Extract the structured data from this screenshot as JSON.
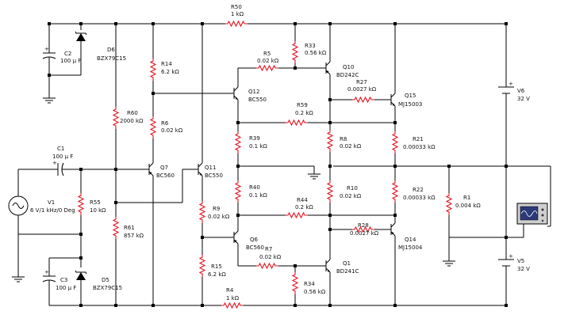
{
  "labels": {
    "R50": "R50",
    "R50v": "1 kΩ",
    "R33": "R33",
    "R33v": "0.56 kΩ",
    "Q10": "Q10",
    "Q10v": "BD242C",
    "R5": "R5",
    "R5v": "0.02 kΩ",
    "R14": "R14",
    "R14v": "6.2 kΩ",
    "C2": "C2",
    "C2v": "100 µ F",
    "D6": "D6",
    "D6v": "BZX79C15",
    "Q12": "Q12",
    "Q12v": "BC550",
    "R27": "R27",
    "R27v": "0.0027 kΩ",
    "Q15": "Q15",
    "Q15v": "MJ15003",
    "V6": "V6",
    "V6v": "32 V",
    "R60": "R60",
    "R60v": "2000 kΩ",
    "R6": "R6",
    "R6v": "0.02 kΩ",
    "R59": "R59",
    "R59v": "0.2 kΩ",
    "R39": "R39",
    "R39v": "0.1 kΩ",
    "R8": "R8",
    "R8v": "0.02 kΩ",
    "R21": "R21",
    "R21v": "0.00033 kΩ",
    "C1": "C1",
    "C1v": "100 µ F",
    "Q7": "Q7",
    "Q7v": "BC560",
    "Q11": "Q11",
    "Q11v": "BC550",
    "V1": "V1",
    "V1v": "6 V/1 kHz/0 Deg",
    "R55": "R55",
    "R55v": "10 kΩ",
    "R40": "R40",
    "R40v": "0.1 kΩ",
    "R44": "R44",
    "R44v": "0.2 kΩ",
    "R10": "R10",
    "R10v": "0.02 kΩ",
    "R22": "R22",
    "R22v": "0.00033 kΩ",
    "R1": "R1",
    "R1v": "0.004 kΩ",
    "R9": "R9",
    "R9v": "0.02 kΩ",
    "R61": "R61",
    "R61v": "857 kΩ",
    "R28": "R28",
    "R28v": "0.0027 kΩ",
    "Q6": "Q6",
    "Q6v": "BC560",
    "R7": "R7",
    "R7v": "0.02 kΩ",
    "Q14": "Q14",
    "Q14v": "MJ15004",
    "Q1": "Q1",
    "Q1v": "BD241C",
    "R15": "R15",
    "R15v": "6.2 kΩ",
    "R34": "R34",
    "R34v": "0.56 kΩ",
    "V5": "V5",
    "V5v": "32 V",
    "C3": "C3",
    "C3v": "100 µ F",
    "D5": "D5",
    "D5v": "BZX79C15",
    "R4": "R4",
    "R4v": "1 kΩ"
  },
  "colors": {
    "wire": "#000000",
    "resistor": "#e8131f",
    "scope_screen": "#2c3a7a"
  }
}
